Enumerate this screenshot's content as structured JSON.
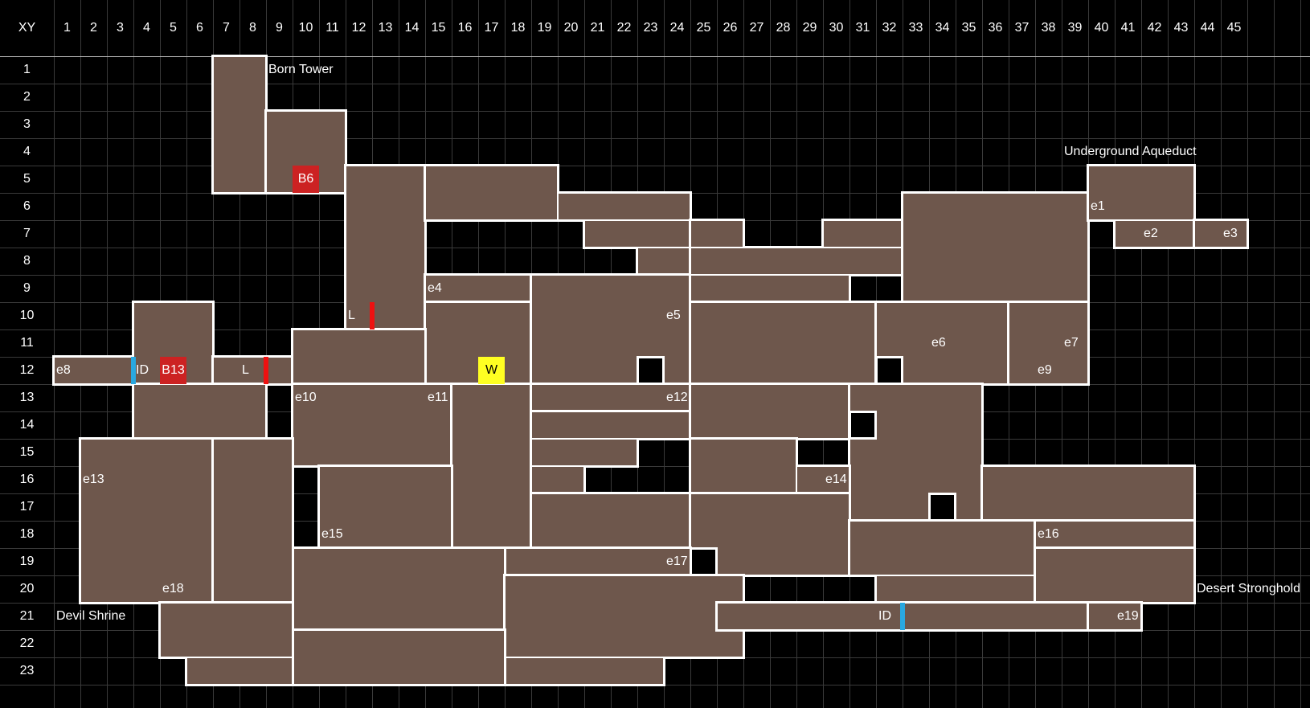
{
  "corner_label": "XY",
  "columns": [
    "1",
    "2",
    "3",
    "4",
    "5",
    "6",
    "7",
    "8",
    "9",
    "10",
    "11",
    "12",
    "13",
    "14",
    "15",
    "16",
    "17",
    "18",
    "19",
    "20",
    "21",
    "22",
    "23",
    "24",
    "25",
    "26",
    "27",
    "28",
    "29",
    "30",
    "31",
    "32",
    "33",
    "34",
    "35",
    "36",
    "37",
    "38",
    "39",
    "40",
    "41",
    "42",
    "43",
    "44",
    "45"
  ],
  "rows": [
    "1",
    "2",
    "3",
    "4",
    "5",
    "6",
    "7",
    "8",
    "9",
    "10",
    "11",
    "12",
    "13",
    "14",
    "15",
    "16",
    "17",
    "18",
    "19",
    "20",
    "21",
    "22",
    "23"
  ],
  "colors": {
    "room": "#6e574c",
    "wall": "#ffffff",
    "boss": "#cc2222",
    "lock": "#ee1111",
    "id_door": "#29a8e0",
    "warp": "#ffff22"
  },
  "rooms": [
    [
      [
        7,
        8,
        1,
        5
      ]
    ],
    [
      [
        9,
        11,
        3,
        5
      ]
    ],
    [
      [
        12,
        14,
        5,
        10
      ]
    ],
    [
      [
        15,
        19,
        5,
        6
      ],
      [
        20,
        24,
        6,
        6
      ],
      [
        21,
        24,
        7,
        7
      ],
      [
        23,
        24,
        8,
        8
      ]
    ],
    [
      [
        15,
        18,
        9,
        9
      ]
    ],
    [
      [
        15,
        18,
        10,
        12
      ]
    ],
    [
      [
        19,
        24,
        9,
        12
      ]
    ],
    [
      [
        25,
        26,
        7,
        7
      ],
      [
        30,
        32,
        7,
        7
      ],
      [
        25,
        32,
        8,
        8
      ],
      [
        25,
        30,
        9,
        9
      ]
    ],
    [
      [
        33,
        39,
        6,
        9
      ]
    ],
    [
      [
        40,
        43,
        5,
        6
      ],
      [
        41,
        43,
        7,
        7
      ]
    ],
    [
      [
        44,
        45,
        7,
        7
      ]
    ],
    [
      [
        25,
        31,
        10,
        12
      ]
    ],
    [
      [
        32,
        36,
        10,
        12
      ]
    ],
    [
      [
        37,
        39,
        10,
        12
      ]
    ],
    [
      [
        1,
        3,
        12,
        12
      ]
    ],
    [
      [
        4,
        6,
        10,
        12
      ]
    ],
    [
      [
        7,
        9,
        12,
        12
      ]
    ],
    [
      [
        10,
        14,
        11,
        12
      ]
    ],
    [
      [
        4,
        8,
        13,
        14
      ]
    ],
    [
      [
        10,
        15,
        13,
        15
      ]
    ],
    [
      [
        16,
        18,
        13,
        18
      ]
    ],
    [
      [
        19,
        24,
        13,
        13
      ]
    ],
    [
      [
        19,
        24,
        14,
        14
      ],
      [
        19,
        22,
        15,
        15
      ],
      [
        19,
        20,
        16,
        16
      ]
    ],
    [
      [
        25,
        30,
        13,
        14
      ]
    ],
    [
      [
        31,
        35,
        13,
        17
      ]
    ],
    [
      [
        25,
        28,
        15,
        16
      ],
      [
        29,
        30,
        16,
        16
      ]
    ],
    [
      [
        36,
        43,
        16,
        17
      ]
    ],
    [
      [
        11,
        15,
        16,
        18
      ]
    ],
    [
      [
        19,
        24,
        17,
        18
      ]
    ],
    [
      [
        25,
        30,
        17,
        19
      ]
    ],
    [
      [
        31,
        37,
        18,
        19
      ],
      [
        32,
        37,
        20,
        20
      ]
    ],
    [
      [
        38,
        43,
        18,
        18
      ]
    ],
    [
      [
        38,
        43,
        19,
        20
      ]
    ],
    [
      [
        18,
        24,
        19,
        19
      ]
    ],
    [
      [
        10,
        17,
        19,
        21
      ]
    ],
    [
      [
        18,
        26,
        20,
        22
      ],
      [
        18,
        23,
        23,
        23
      ]
    ],
    [
      [
        10,
        17,
        22,
        23
      ]
    ],
    [
      [
        2,
        6,
        15,
        20
      ]
    ],
    [
      [
        7,
        9,
        15,
        20
      ]
    ],
    [
      [
        5,
        9,
        21,
        22
      ],
      [
        6,
        9,
        23,
        23
      ]
    ],
    [
      [
        26,
        39,
        21,
        21
      ]
    ],
    [
      [
        40,
        41,
        21,
        21
      ]
    ]
  ],
  "holes": [
    [
      23,
      12
    ],
    [
      32,
      12
    ],
    [
      31,
      14
    ],
    [
      34,
      17
    ],
    [
      25,
      19
    ]
  ],
  "labels": [
    {
      "text": "Born Tower",
      "col": 9,
      "row": 1
    },
    {
      "text": "Underground Aqueduct",
      "col": 39,
      "row": 4
    },
    {
      "text": "Desert Stronghold",
      "col": 44,
      "row": 20
    },
    {
      "text": "Devil Shrine",
      "col": 1,
      "row": 21
    },
    {
      "text": "e1",
      "col": 40,
      "row": 6
    },
    {
      "text": "e2",
      "col": 42,
      "row": 7
    },
    {
      "text": "e3",
      "col": 45,
      "row": 7
    },
    {
      "text": "e4",
      "col": 15,
      "row": 9
    },
    {
      "text": "e5",
      "col": 24,
      "row": 10
    },
    {
      "text": "e6",
      "col": 34,
      "row": 11
    },
    {
      "text": "e7",
      "col": 39,
      "row": 11
    },
    {
      "text": "e8",
      "col": 1,
      "row": 12
    },
    {
      "text": "e9",
      "col": 38,
      "row": 12
    },
    {
      "text": "e10",
      "col": 10,
      "row": 13
    },
    {
      "text": "e11",
      "col": 15,
      "row": 13
    },
    {
      "text": "e12",
      "col": 24,
      "row": 13
    },
    {
      "text": "e13",
      "col": 2,
      "row": 16
    },
    {
      "text": "e14",
      "col": 30,
      "row": 16
    },
    {
      "text": "e15",
      "col": 11,
      "row": 18
    },
    {
      "text": "e16",
      "col": 38,
      "row": 18
    },
    {
      "text": "e17",
      "col": 24,
      "row": 19
    },
    {
      "text": "e18",
      "col": 5,
      "row": 20
    },
    {
      "text": "e19",
      "col": 41,
      "row": 21
    },
    {
      "text": "ID",
      "col": 4,
      "row": 12
    },
    {
      "text": "ID",
      "col": 32,
      "row": 21
    },
    {
      "text": "L",
      "col": 12,
      "row": 10
    },
    {
      "text": "L",
      "col": 8,
      "row": 12
    }
  ],
  "markers": [
    {
      "text": "B6",
      "col": 10,
      "row": 5,
      "kind": "boss"
    },
    {
      "text": "B13",
      "col": 5,
      "row": 12,
      "kind": "boss"
    },
    {
      "text": "W",
      "col": 17,
      "row": 12,
      "kind": "warp"
    }
  ],
  "doors": [
    {
      "type": "lock",
      "col": 13,
      "row": 10
    },
    {
      "type": "lock",
      "col": 9,
      "row": 12
    },
    {
      "type": "id_door",
      "col": 4,
      "row": 12
    },
    {
      "type": "id_door",
      "col": 33,
      "row": 21
    }
  ]
}
